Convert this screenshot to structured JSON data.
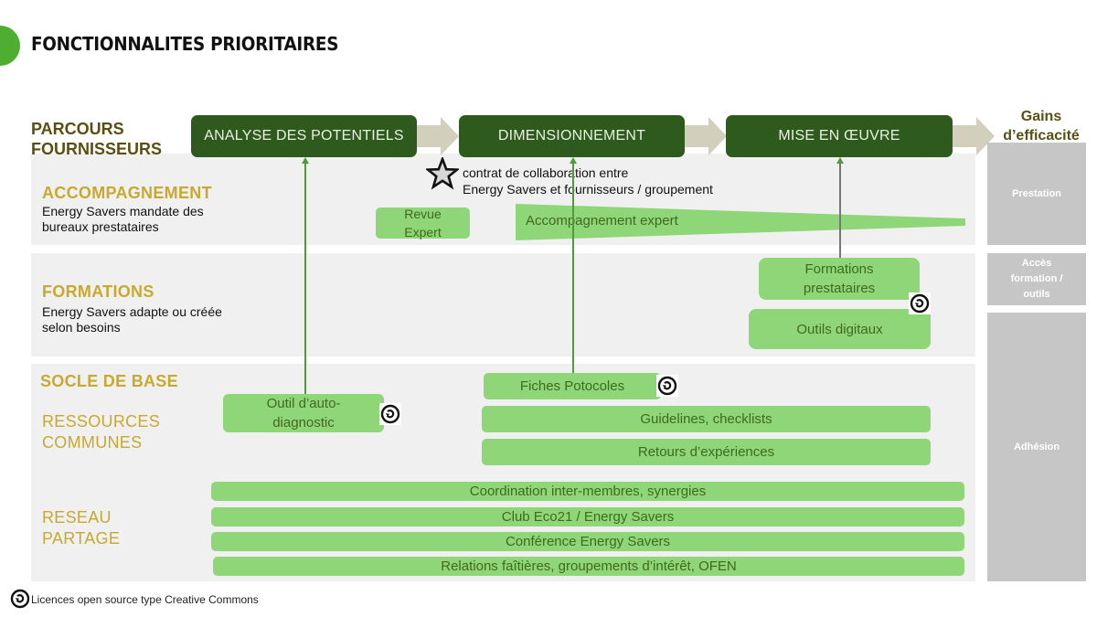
{
  "title": "FONCTIONNALITES PRIORITAIRES",
  "parcours": {
    "label_line1": "PARCOURS",
    "label_line2": "FOURNISSEURS",
    "phases": [
      {
        "label": "ANALYSE DES POTENTIELS"
      },
      {
        "label": "DIMENSIONNEMENT"
      },
      {
        "label": "MISE EN ŒUVRE"
      }
    ],
    "phase_color": "#2f5a1e",
    "arrow_color": "#d3cfbd"
  },
  "gains": {
    "title_line1": "Gains",
    "title_line2": "d’efficacité",
    "levels": [
      {
        "label": "Prestation"
      },
      {
        "label": "Accès formation / outils",
        "lines": [
          "Accès",
          "formation /",
          "outils"
        ]
      },
      {
        "label": "Adhésion"
      }
    ]
  },
  "star_note": {
    "icon": "star-icon",
    "line1": "contrat de collaboration entre",
    "line2": "Energy Savers et fournisseurs / groupement"
  },
  "sections": {
    "accompagnement": {
      "title": "ACCOMPAGNEMENT",
      "desc_line1": "Energy Savers mandate des",
      "desc_line2": "bureaux prestataires",
      "items": {
        "revue_expert_line1": "Revue",
        "revue_expert_line2": "Expert",
        "accompagnement_expert": "Accompagnement expert"
      }
    },
    "formations": {
      "title": "FORMATIONS",
      "desc_line1": "Energy Savers adapte ou créée",
      "desc_line2": "selon besoins",
      "items": {
        "formations_prestataires_line1": "Formations",
        "formations_prestataires_line2": "prestataires",
        "outils_digitaux": "Outils digitaux"
      }
    },
    "socle": {
      "title": "SOCLE DE BASE",
      "ressources_line1": "RESSOURCES",
      "ressources_line2": "COMMUNES",
      "reseau_line1": "RESEAU",
      "reseau_line2": "PARTAGE",
      "ressources_items": {
        "outil_line1": "Outil d’auto-",
        "outil_line2": "diagnostic",
        "fiches": "Fiches Potocoles",
        "guidelines": "Guidelines, checklists",
        "retours": "Retours d’expériences"
      },
      "reseau_items": [
        "Coordination inter-membres, synergies",
        "Club Eco21 / Energy Savers",
        "Conférence Energy Savers",
        "Relations faîtières, groupements d’intérêt, OFEN"
      ]
    }
  },
  "colors": {
    "accent_green": "#4fae32",
    "item_green": "#8fd678",
    "item_text": "#3f6a1c",
    "section_gold": "#c8a930",
    "parcours_brown": "#5a4e12",
    "gain_gray": "#c6c6c6"
  },
  "footnote": {
    "icon": "creative-commons-icon",
    "text": "Licences open source type Creative Commons"
  }
}
